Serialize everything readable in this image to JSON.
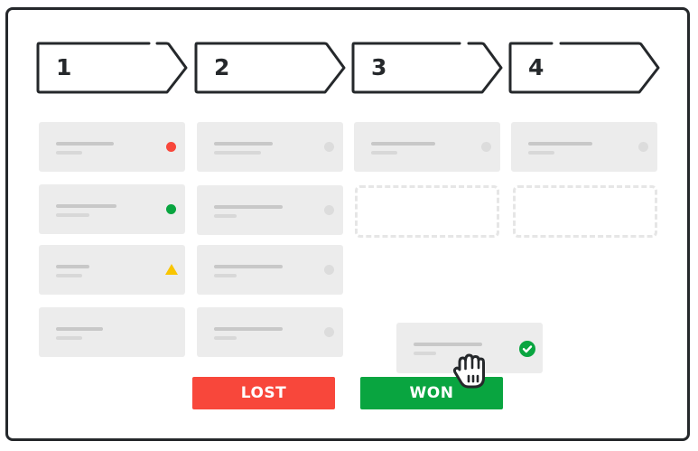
{
  "pipeline": {
    "stages": [
      {
        "label": "1"
      },
      {
        "label": "2"
      },
      {
        "label": "3"
      },
      {
        "label": "4"
      }
    ],
    "columns": [
      {
        "cards": [
          {
            "status": "red-dot",
            "color": "#f8473b"
          },
          {
            "status": "green-dot",
            "color": "#09a540"
          },
          {
            "status": "warning-triangle",
            "color": "#f9c500"
          },
          {
            "status": "none"
          }
        ]
      },
      {
        "cards": [
          {
            "status": "gray-dot"
          },
          {
            "status": "gray-dot"
          },
          {
            "status": "gray-dot"
          },
          {
            "status": "gray-dot"
          }
        ]
      },
      {
        "cards": [
          {
            "status": "gray-dot"
          }
        ],
        "drop_placeholders": 1
      },
      {
        "cards": [
          {
            "status": "gray-dot"
          }
        ],
        "drop_placeholders": 1
      }
    ],
    "dragged_card": {
      "status": "check-icon",
      "color": "#09a540"
    }
  },
  "actions": {
    "lost_label": "LOST",
    "won_label": "WON",
    "lost_color": "#f8473b",
    "won_color": "#09a540"
  }
}
